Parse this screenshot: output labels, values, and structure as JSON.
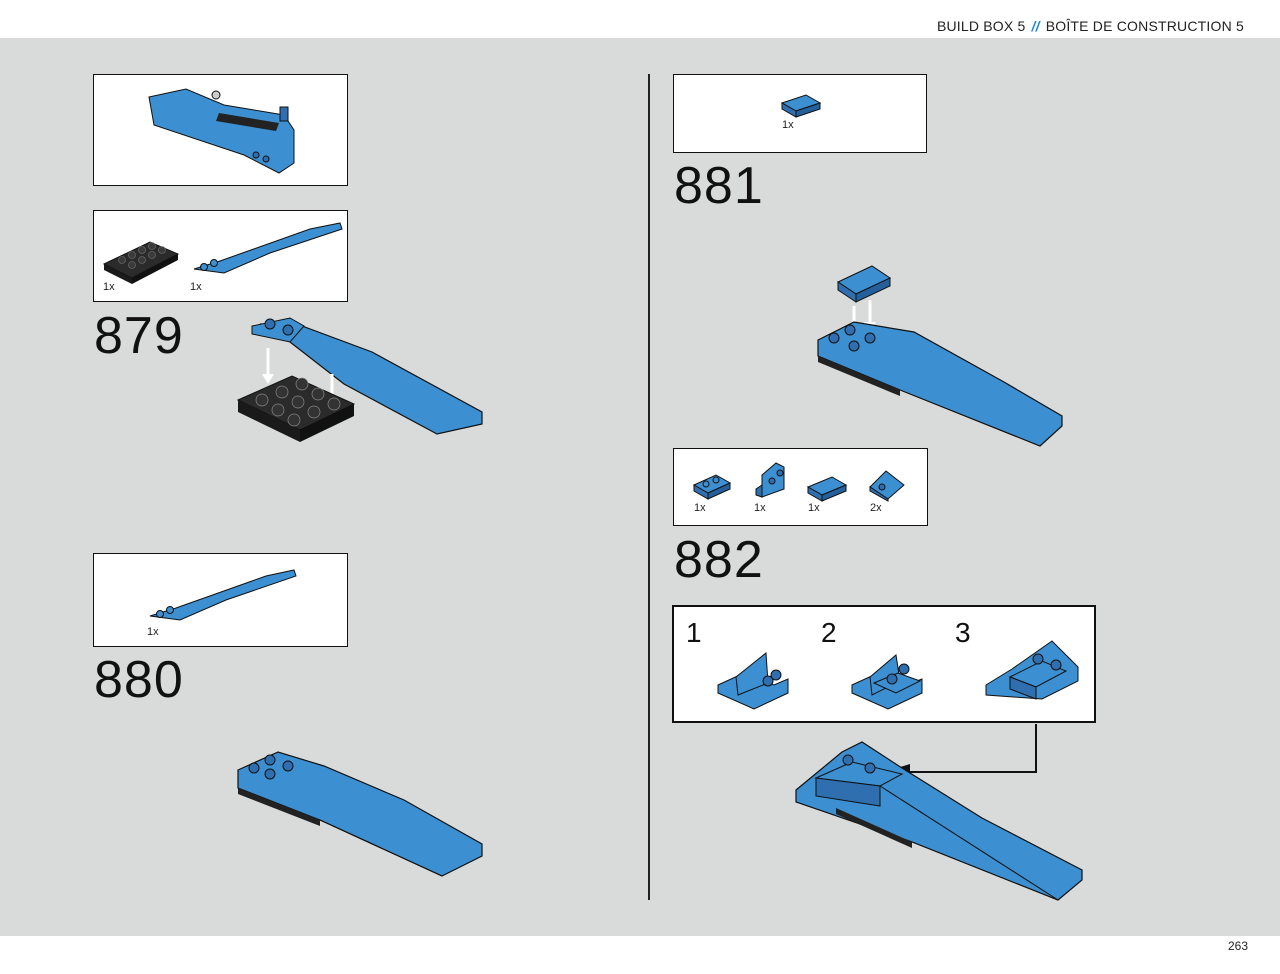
{
  "header": {
    "left": "BUILD BOX 5",
    "sep": "//",
    "right": "BOÎTE DE CONSTRUCTION 5"
  },
  "page_number": "263",
  "steps": [
    {
      "number": "879",
      "parts": [
        {
          "qty": "1x"
        },
        {
          "qty": "1x"
        }
      ]
    },
    {
      "number": "880",
      "parts": [
        {
          "qty": "1x"
        }
      ]
    },
    {
      "number": "881",
      "parts": [
        {
          "qty": "1x"
        }
      ]
    },
    {
      "number": "882",
      "parts": [
        {
          "qty": "1x"
        },
        {
          "qty": "1x"
        },
        {
          "qty": "1x"
        },
        {
          "qty": "2x"
        }
      ],
      "substeps": [
        "1",
        "2",
        "3"
      ]
    }
  ],
  "colors": {
    "brick_blue": "#3c8fd0",
    "brick_dark": "#2a2a2a",
    "background": "#d9dada"
  }
}
